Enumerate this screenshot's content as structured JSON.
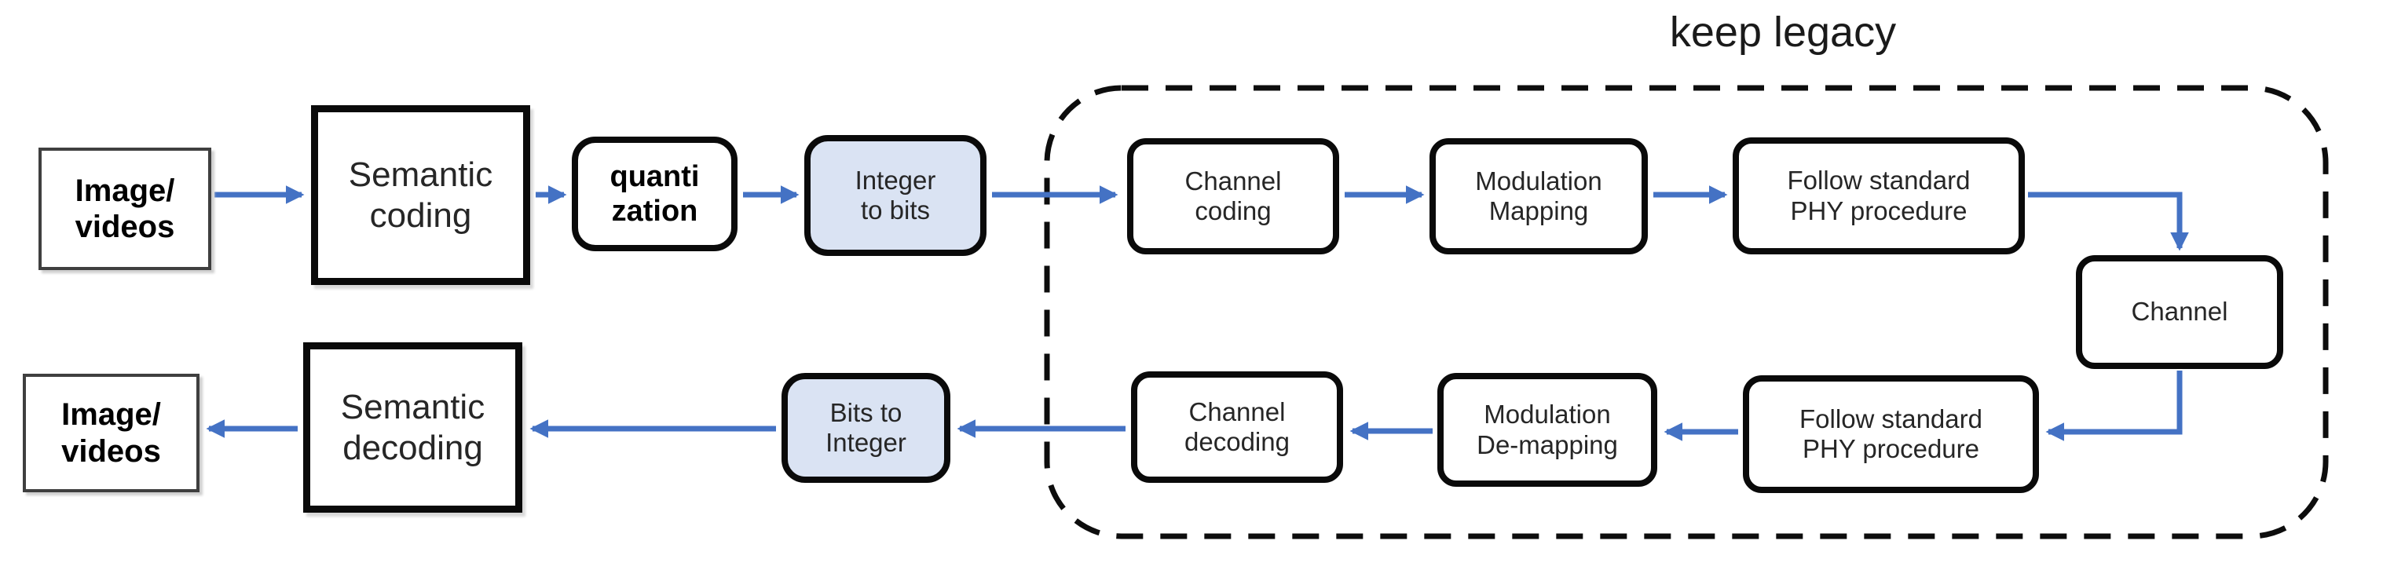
{
  "legacy_group": {
    "label": "keep legacy"
  },
  "colors": {
    "arrow_blue": "#4472c4",
    "light_blue_fill": "#dae3f3",
    "box_border": "#0a0a0a",
    "dashed_border": "#0d0d0d"
  },
  "nodes": {
    "image_videos_top": "Image/\nvideos",
    "semantic_coding": "Semantic\ncoding",
    "quantization": "quanti\nzation",
    "integer_to_bits": "Integer\nto bits",
    "channel_coding": "Channel\ncoding",
    "modulation_mapping": "Modulation\nMapping",
    "follow_standard_top": "Follow standard\nPHY procedure",
    "channel": "Channel",
    "follow_standard_bottom": "Follow standard\nPHY procedure",
    "modulation_demapping": "Modulation\nDe-mapping",
    "channel_decoding": "Channel\ndecoding",
    "bits_to_integer": "Bits to\nInteger",
    "semantic_decoding": "Semantic\ndecoding",
    "image_videos_bottom": "Image/\nvideos"
  }
}
